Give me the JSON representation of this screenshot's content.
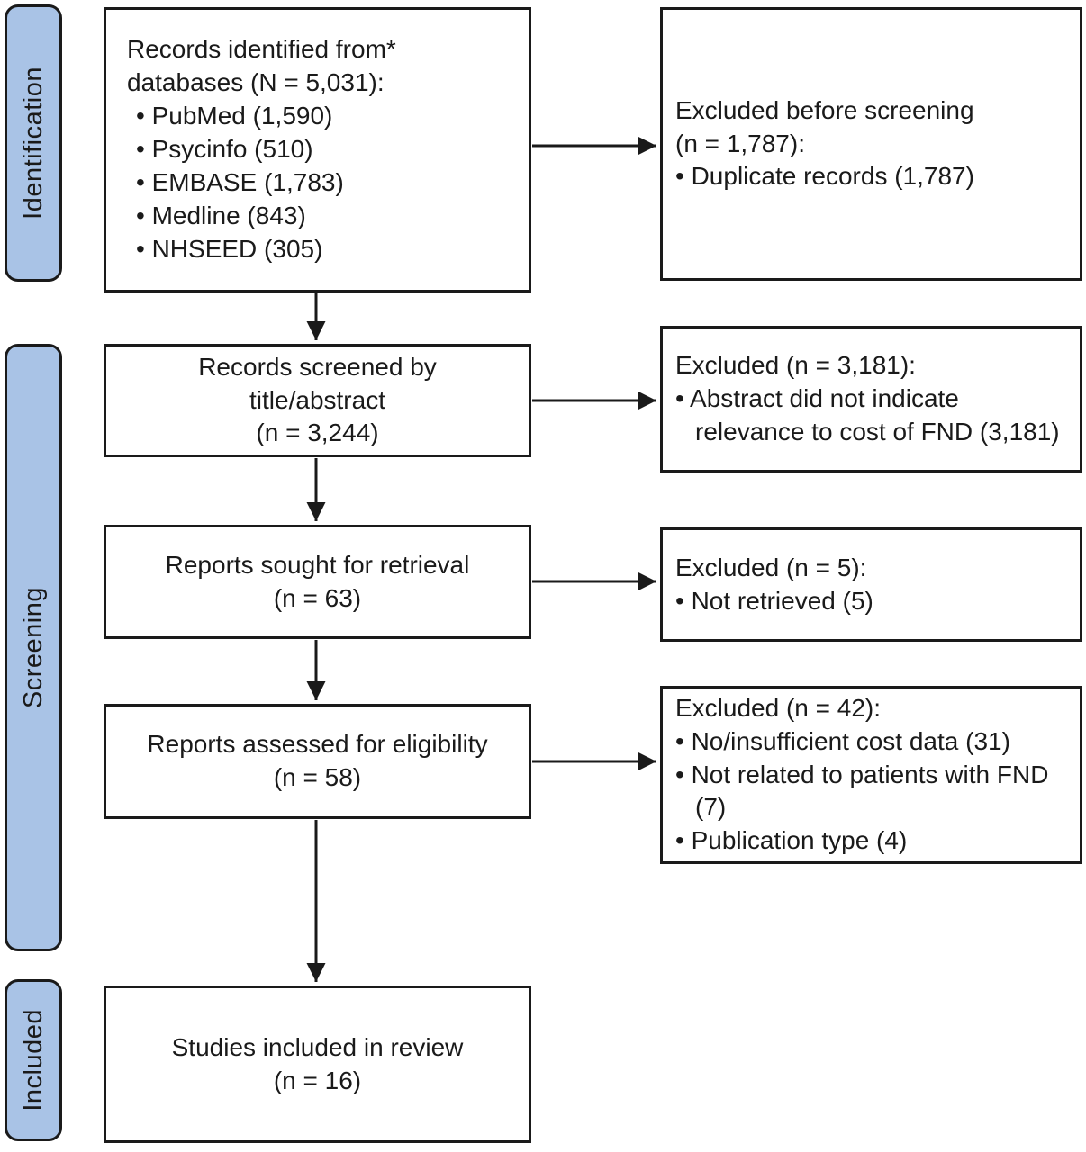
{
  "figure": {
    "kind": "prisma-flow-diagram",
    "colors": {
      "stage_label_fill": "#a9c3e6",
      "box_border": "#1a1a1a",
      "box_fill": "#ffffff",
      "text": "#1a1a1a"
    }
  },
  "stage_labels": {
    "identification": "Identification",
    "screening": "Screening",
    "included": "Included"
  },
  "boxes": {
    "records_identified": {
      "heading": "Records identified from*\ndatabases (N = 5,031):",
      "sources": [
        "• PubMed (1,590)",
        "• Psycinfo (510)",
        "• EMBASE (1,783)",
        "• Medline (843)",
        "• NHSEED (305)"
      ]
    },
    "excluded_before_screening": {
      "heading": "Excluded before screening\n(n = 1,787):",
      "reasons": [
        "• Duplicate records (1,787)"
      ]
    },
    "records_screened": {
      "text": "Records screened by\ntitle/abstract\n(n = 3,244)"
    },
    "excluded_title_abstract": {
      "heading": "Excluded (n = 3,181):",
      "reasons": [
        "• Abstract did not indicate relevance to cost of FND (3,181)"
      ]
    },
    "reports_sought": {
      "text": "Reports sought for retrieval\n(n = 63)"
    },
    "excluded_not_retrieved": {
      "heading": "Excluded (n = 5):",
      "reasons": [
        "• Not retrieved (5)"
      ]
    },
    "reports_assessed": {
      "text": "Reports assessed for eligibility\n(n = 58)"
    },
    "excluded_eligibility": {
      "heading": "Excluded (n = 42):",
      "reasons": [
        "• No/insufficient cost data (31)",
        "• Not related to patients with FND (7)",
        "• Publication type (4)"
      ]
    },
    "studies_included": {
      "text": "Studies included in review\n(n = 16)"
    }
  }
}
